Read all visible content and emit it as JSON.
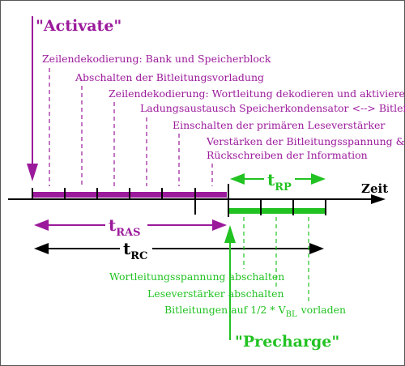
{
  "colors": {
    "purple": "#9b1a9b",
    "green": "#22c222",
    "black": "#000000",
    "frame": "#555555"
  },
  "activate": {
    "label": "\"Activate\""
  },
  "precharge": {
    "label": "\"Precharge\""
  },
  "axis": {
    "label": "Zeit"
  },
  "activation_steps": [
    "Zeilendekodierung: Bank und Speicherblock",
    "Abschalten der Bitleitungsvorladung",
    "Zeilendekodierung: Wortleitung dekodieren und aktivieren",
    "Ladungsaustausch Speicherkondensator <--> Bitleitung",
    "Einschalten der primären Leseverstärker",
    "Verstärken der Bitleitungsspannung &",
    "Rückschreiben der Information"
  ],
  "precharge_steps": [
    "Wortleitungsspannung abschalten",
    "Leseverstärker abschalten",
    "Bitleitungen auf 1/2 * V",
    "BL",
    "vorladen"
  ],
  "timings": {
    "t_rp": {
      "main": "t",
      "sub": "RP"
    },
    "t_ras": {
      "main": "t",
      "sub": "RAS"
    },
    "t_rc": {
      "main": "t",
      "sub": "RC"
    }
  }
}
